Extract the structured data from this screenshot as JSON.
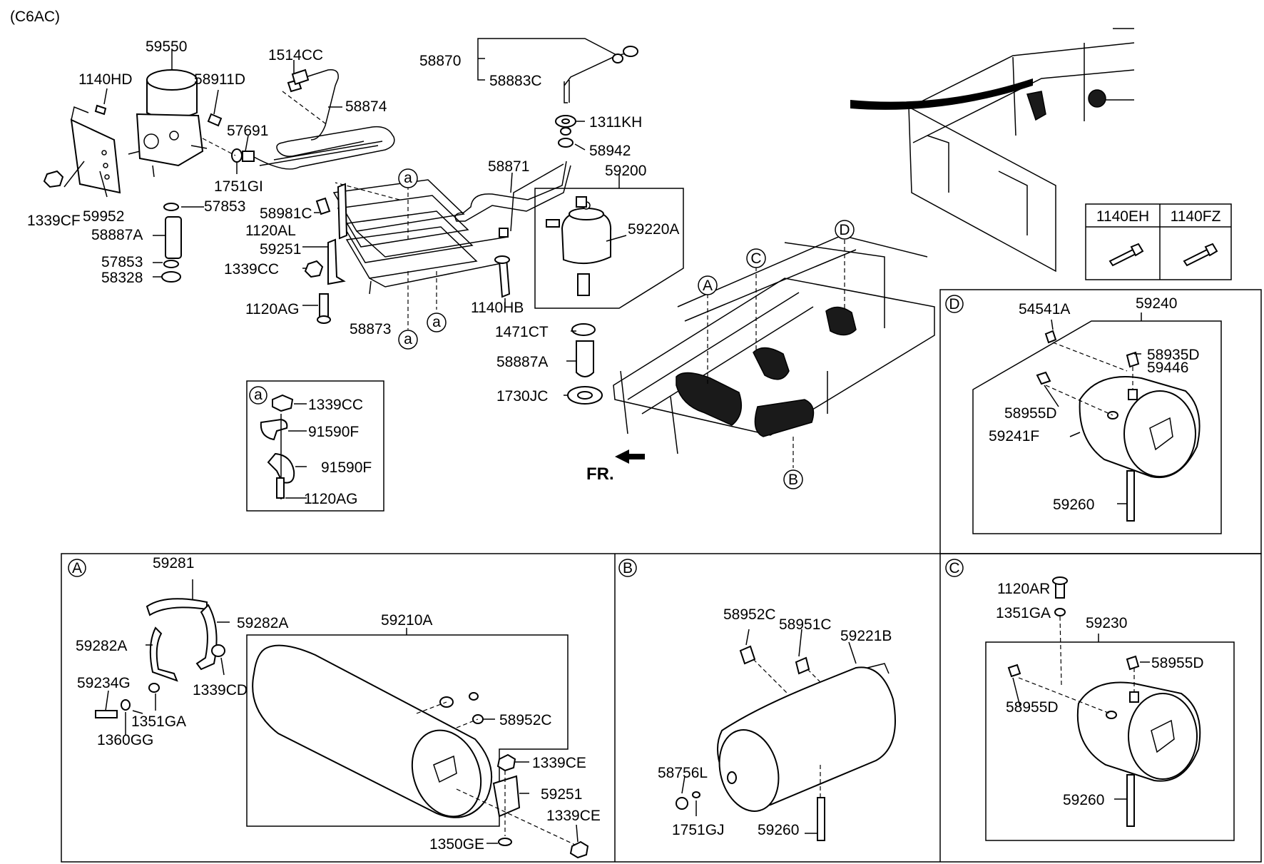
{
  "code": "(C6AC)",
  "direction_label": "FR.",
  "callouts": {
    "a": "a",
    "A": "A",
    "B": "B",
    "C": "C",
    "D": "D"
  },
  "bolt_table": {
    "col1": "1140EH",
    "col2": "1140FZ"
  },
  "labels": {
    "l59550": "59550",
    "l1140HD": "1140HD",
    "l58911D": "58911D",
    "l1514CC": "1514CC",
    "l58874": "58874",
    "l57691": "57691",
    "l1751GI": "1751GI",
    "l1339CF": "1339CF",
    "l59952": "59952",
    "l57853a": "57853",
    "l58887Aa": "58887A",
    "l57853b": "57853",
    "l58328": "58328",
    "l58981C": "58981C",
    "l1120AL": "1120AL",
    "l59251a": "59251",
    "l1339CCa": "1339CC",
    "l1120AGa": "1120AG",
    "l58873": "58873",
    "l58870": "58870",
    "l58883C": "58883C",
    "l1311KH": "1311KH",
    "l58942": "58942",
    "l58871": "58871",
    "l59200": "59200",
    "l59220A": "59220A",
    "l1140HB": "1140HB",
    "l1471CT": "1471CT",
    "l58887Ab": "58887A",
    "l1730JC": "1730JC",
    "l1339CCb": "1339CC",
    "l91590Fa": "91590F",
    "l91590Fb": "91590F",
    "l1120AGb": "1120AG",
    "l54541A": "54541A",
    "l59240": "59240",
    "l58935D": "58935D",
    "l59446": "59446",
    "l58955Da": "58955D",
    "l59241F": "59241F",
    "l59260a": "59260",
    "l59281": "59281",
    "l59282Aa": "59282A",
    "l59282Ab": "59282A",
    "l59234G": "59234G",
    "l1339CD": "1339CD",
    "l1351GAa": "1351GA",
    "l1360GG": "1360GG",
    "l59210A": "59210A",
    "l58952Ca": "58952C",
    "l1339CEa": "1339CE",
    "l59251b": "59251",
    "l1339CEb": "1339CE",
    "l1350GE": "1350GE",
    "l58952Cb": "58952C",
    "l58951C": "58951C",
    "l59221B": "59221B",
    "l58756L": "58756L",
    "l1751GJ": "1751GJ",
    "l59260b": "59260",
    "l1120AR": "1120AR",
    "l1351GAb": "1351GA",
    "l59230": "59230",
    "l58955Db": "58955D",
    "l58955Dc": "58955D",
    "l59260c": "59260"
  }
}
